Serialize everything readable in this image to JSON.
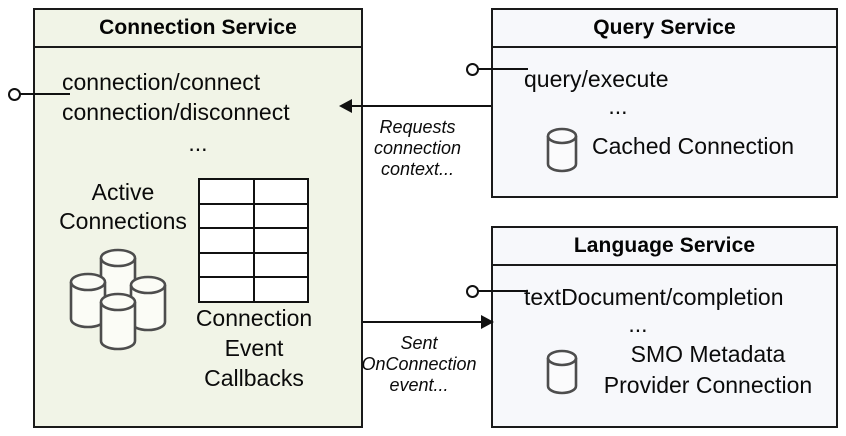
{
  "diagram": {
    "title": "Connection Service interaction diagram",
    "colors": {
      "left_fill": "#f1f4e7",
      "right_fill": "#f7f8fb",
      "border": "#1a1a1a",
      "cylinder_stroke": "#4d4d4d",
      "text": "#0b0b0b"
    }
  },
  "connection_service": {
    "title": "Connection Service",
    "operations": [
      "connection/connect",
      "connection/disconnect"
    ],
    "ellipsis": "...",
    "interface_name": "connection-interface",
    "active_connections": {
      "label_line1": "Active",
      "label_line2": "Connections",
      "icon": "database-cluster-icon",
      "cylinder_count": 4
    },
    "connection_event_callbacks": {
      "label_line1": "Connection",
      "label_line2": "Event",
      "label_line3": "Callbacks",
      "icon": "table-grid-icon",
      "rows": 5,
      "columns": 2
    }
  },
  "query_service": {
    "title": "Query Service",
    "operations": [
      "query/execute"
    ],
    "ellipsis": "...",
    "interface_name": "query-interface",
    "store": {
      "label": "Cached Connection",
      "icon": "database-cylinder-icon"
    }
  },
  "language_service": {
    "title": "Language Service",
    "operations": [
      "textDocument/completion"
    ],
    "ellipsis": "...",
    "interface_name": "language-interface",
    "store": {
      "label_line1": "SMO Metadata",
      "label_line2": "Provider Connection",
      "icon": "database-cylinder-icon"
    }
  },
  "edges": [
    {
      "id": "query-to-connection",
      "from": "query_service",
      "to": "connection_service",
      "direction": "left",
      "label": "Requests\nconnection\ncontext..."
    },
    {
      "id": "connection-to-language",
      "from": "connection_service",
      "to": "language_service",
      "direction": "right",
      "label": "Sent\nOnConnection\nevent..."
    }
  ]
}
